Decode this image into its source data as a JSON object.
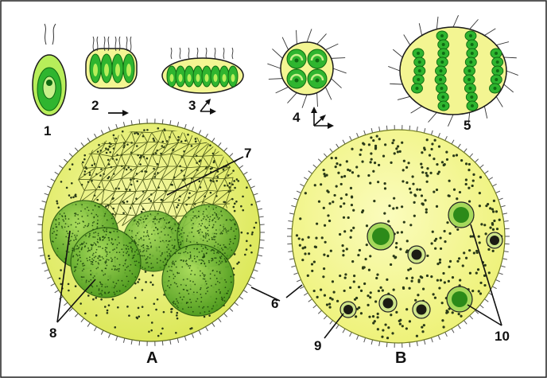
{
  "colors": {
    "yellow": "#f3f592",
    "yellow_edge": "#c9cd4a",
    "green": "#2fb52f",
    "green_dark": "#0f6a12",
    "green_light": "#9be06a",
    "colony_A": "#e6ef6a",
    "daughter": "#6fb62c",
    "dot": "#2a3a18",
    "outline": "#1b1b1b"
  },
  "labels": {
    "stage1": "1",
    "stage2": "2",
    "stage3": "3",
    "stage4": "4",
    "stage5": "5",
    "surface_cells": "6",
    "cytoplasmic_bridges": "7",
    "daughter_colonies": "8",
    "female_gamete": "9",
    "male_gamete": "10",
    "colony_A": "A",
    "colony_B": "B"
  },
  "icons": [
    "arrow-right-icon",
    "axes-2d-icon",
    "axes-3d-icon"
  ]
}
